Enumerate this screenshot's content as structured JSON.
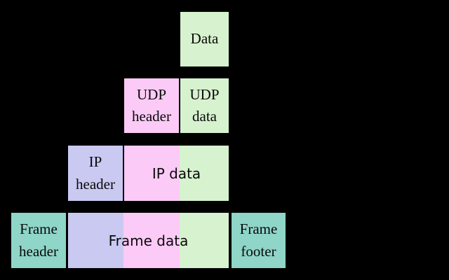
{
  "colors": {
    "background": "#000000",
    "data_green": "#d6f2ce",
    "udp_pink": "#fccaf6",
    "ip_lavender": "#c9c9f2",
    "frame_teal": "#8fd5c8",
    "text": "#0a0a0a"
  },
  "labels": {
    "data": "Data",
    "udp_header": "UDP header",
    "udp_data": "UDP data",
    "ip_header": "IP header",
    "ip_data": "IP data",
    "frame_header": "Frame header",
    "frame_data": "Frame data",
    "frame_footer": "Frame footer"
  },
  "structure": {
    "type": "encapsulation-stack-diagram",
    "rows": [
      {
        "boxes": [
          {
            "label": "Data",
            "color": "data_green"
          }
        ]
      },
      {
        "boxes": [
          {
            "label": "UDP header",
            "color": "udp_pink"
          },
          {
            "label": "UDP data",
            "color": "data_green"
          }
        ]
      },
      {
        "boxes": [
          {
            "label": "IP header",
            "color": "ip_lavender"
          },
          {
            "label": "IP data",
            "segments": [
              "udp_pink",
              "data_green"
            ]
          }
        ]
      },
      {
        "boxes": [
          {
            "label": "Frame header",
            "color": "frame_teal"
          },
          {
            "label": "Frame data",
            "segments": [
              "ip_lavender",
              "udp_pink",
              "data_green"
            ]
          },
          {
            "label": "Frame footer",
            "color": "frame_teal"
          }
        ]
      }
    ]
  }
}
